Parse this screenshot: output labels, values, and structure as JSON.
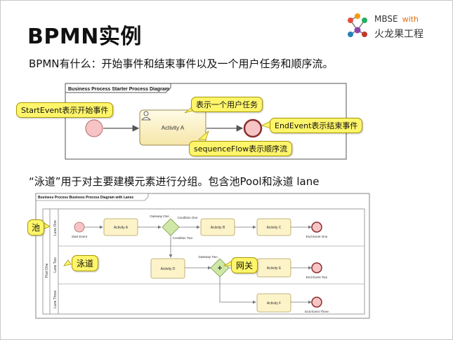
{
  "title": "BPMN实例",
  "logo": {
    "brand": "MBSE",
    "with": "with",
    "company": "火龙果工程"
  },
  "subtitle1": "BPMN有什么：开始事件和结束事件以及一个用户任务和顺序流。",
  "subtitle2": "“泳道”用于对主要建模元素进行分组。包含池Pool和泳道 lane",
  "diagram1": {
    "frame_title": "Business Process Starter Process Diagram",
    "activity_label": "Activity A",
    "callouts": {
      "start_event": "StartEvent表示开始事件",
      "user_task": "表示一个用户任务",
      "end_event": "EndEvent表示结束事件",
      "sequence_flow": "sequenceFlow表示顺序流"
    }
  },
  "diagram2": {
    "frame_title": "Business Process Business Process Diagram with Lanes",
    "pool_label": "Pool One",
    "lanes": [
      "Lane One",
      "Lane Two",
      "Lane Three"
    ],
    "nodes": {
      "start_event": "Start Event",
      "activity_a": "Activity A",
      "gateway_one": "Gateway One",
      "condition_one": "Condition One",
      "condition_two": "Condition Two",
      "activity_b": "Activity B",
      "activity_c": "Activity C",
      "end_one": "End Event One",
      "activity_d": "Activity D",
      "gateway_two": "Gateway Two",
      "activity_e": "Activity E",
      "end_two": "End Event Two",
      "activity_f": "Activity F",
      "end_three": "End Event Three"
    },
    "callouts": {
      "pool": "池",
      "lane": "泳道",
      "gateway": "网关"
    }
  },
  "colors": {
    "callout_fill": "#fff56b",
    "activity_fill": "#fdf3c9",
    "event_fill": "#f6c4c4",
    "gateway_fill": "#cfe8a6"
  }
}
